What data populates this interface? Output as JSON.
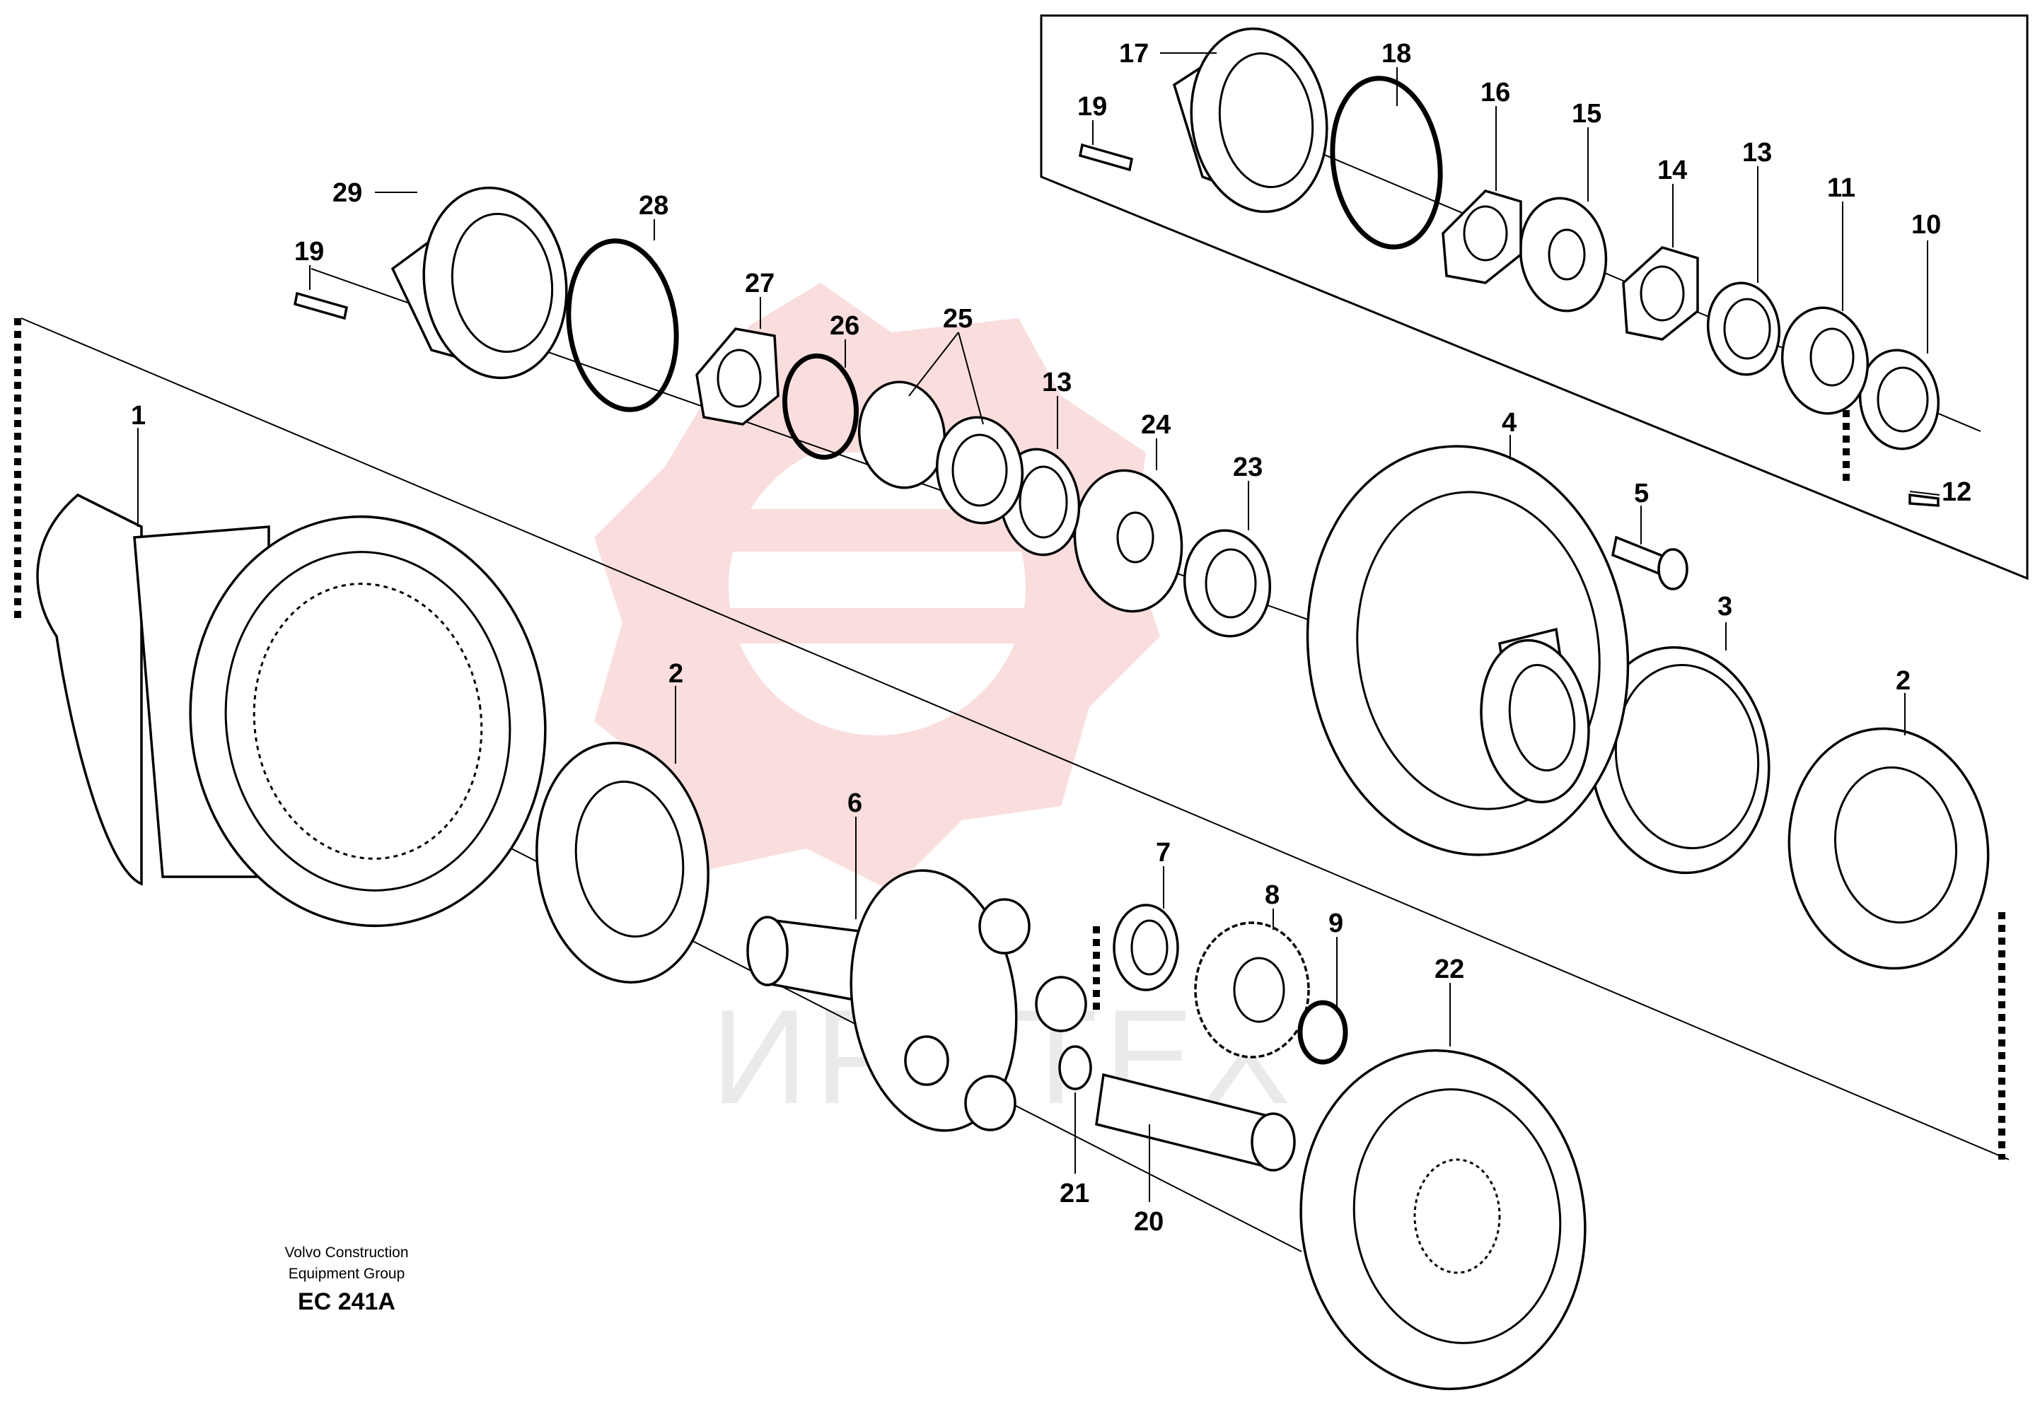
{
  "watermark": {
    "text": "ИРИТЕХ",
    "color": "#f3b9b9"
  },
  "credit": {
    "line1": "Volvo Construction",
    "line2": "Equipment Group",
    "code": "EC 241A"
  },
  "callouts": [
    {
      "id": "1",
      "text": "1"
    },
    {
      "id": "2a",
      "text": "2"
    },
    {
      "id": "2b",
      "text": "2"
    },
    {
      "id": "3",
      "text": "3"
    },
    {
      "id": "4",
      "text": "4"
    },
    {
      "id": "5",
      "text": "5"
    },
    {
      "id": "6",
      "text": "6"
    },
    {
      "id": "7",
      "text": "7"
    },
    {
      "id": "8",
      "text": "8"
    },
    {
      "id": "9",
      "text": "9"
    },
    {
      "id": "10",
      "text": "10"
    },
    {
      "id": "11",
      "text": "11"
    },
    {
      "id": "12",
      "text": "12"
    },
    {
      "id": "13a",
      "text": "13"
    },
    {
      "id": "13b",
      "text": "13"
    },
    {
      "id": "14",
      "text": "14"
    },
    {
      "id": "15",
      "text": "15"
    },
    {
      "id": "16",
      "text": "16"
    },
    {
      "id": "17",
      "text": "17"
    },
    {
      "id": "18",
      "text": "18"
    },
    {
      "id": "19a",
      "text": "19"
    },
    {
      "id": "19b",
      "text": "19"
    },
    {
      "id": "20",
      "text": "20"
    },
    {
      "id": "21",
      "text": "21"
    },
    {
      "id": "22",
      "text": "22"
    },
    {
      "id": "23",
      "text": "23"
    },
    {
      "id": "24",
      "text": "24"
    },
    {
      "id": "25",
      "text": "25"
    },
    {
      "id": "26",
      "text": "26"
    },
    {
      "id": "27",
      "text": "27"
    },
    {
      "id": "28",
      "text": "28"
    },
    {
      "id": "29",
      "text": "29"
    }
  ]
}
